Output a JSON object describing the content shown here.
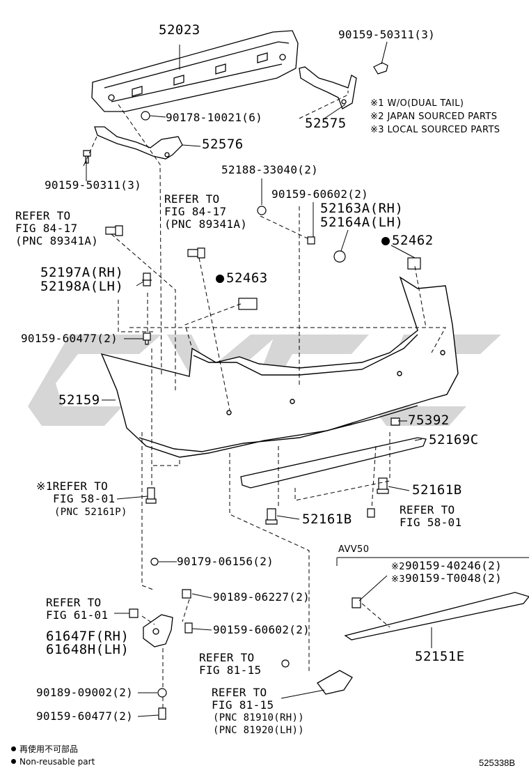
{
  "watermark": "CYGC",
  "parts": {
    "p52023": "52023",
    "p90159_50311_top": "90159-50311(3)",
    "p90178_10021": "90178-10021(6)",
    "p52575": "52575",
    "p52576": "52576",
    "p90159_50311_left": "90159-50311(3)",
    "p52188_33040": "52188-33040(2)",
    "p90159_60602_top": "90159-60602(2)",
    "p52163A": "52163A(RH)",
    "p52164A": "52164A(LH)",
    "p52462": "52462",
    "p52463": "52463",
    "p52197A": "52197A(RH)",
    "p52198A": "52198A(LH)",
    "p90159_60477_mid": "90159-60477(2)",
    "p52159": "52159",
    "p75392": "75392",
    "p52169C": "52169C",
    "p52161B_right": "52161B",
    "p52161B_center": "52161B",
    "p90179_06156": "90179-06156(2)",
    "p90189_06227": "90189-06227(2)",
    "p90159_60602_bottom": "90159-60602(2)",
    "p61647F": "61647F(RH)",
    "p61648H": "61648H(LH)",
    "p90189_09002": "90189-09002(2)",
    "p90159_60477_bottom": "90159-60477(2)",
    "p90159_40246": "90159-40246(2)",
    "p90159_T0048": "90159-T0048(2)",
    "p52151E": "52151E"
  },
  "notes": {
    "n1": "※1 W/O(DUAL TAIL)",
    "n2": "※2 JAPAN SOURCED PARTS",
    "n3": "※3 LOCAL SOURCED PARTS"
  },
  "marks": {
    "m1": "※1",
    "m2": "※2",
    "m3": "※3"
  },
  "refs": {
    "refer_to": "REFER TO",
    "fig_84_17": "FIG 84-17",
    "pnc_89341A": "(PNC 89341A)",
    "fig_58_01": "FIG 58-01",
    "pnc_52161P": "(PNC 52161P)",
    "fig_61_01": "FIG 61-01",
    "fig_81_15": "FIG 81-15",
    "pnc_81910": "(PNC 81910(RH))",
    "pnc_81920": "(PNC 81920(LH))"
  },
  "variant_label": "AVV50",
  "legend": {
    "cn": "再使用不可部品",
    "en": "Non-reusable part"
  },
  "diagram_code": "525338B"
}
